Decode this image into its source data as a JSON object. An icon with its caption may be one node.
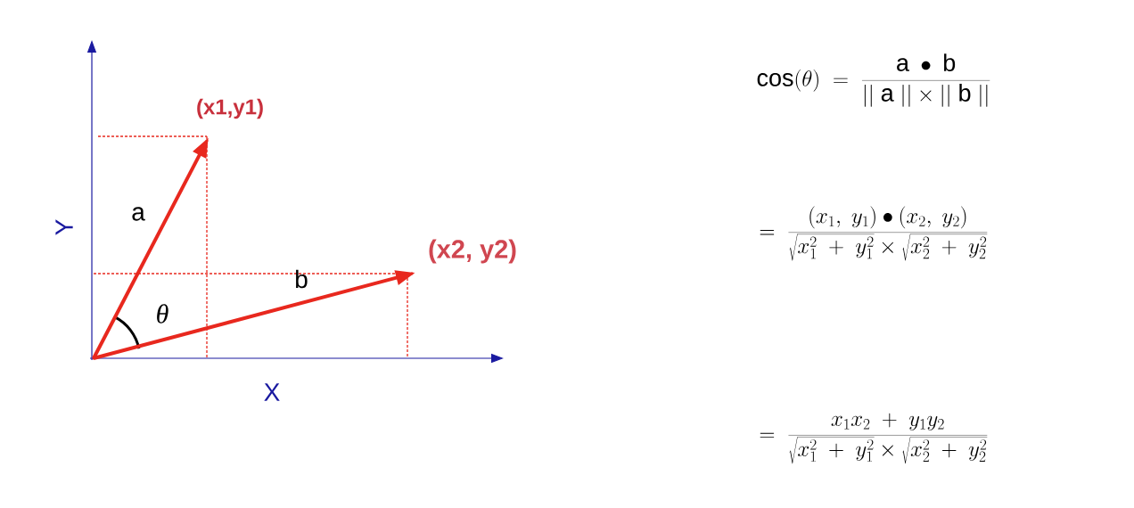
{
  "diagram": {
    "nodes": [
      {
        "text": [],
        "shape": "point"
      },
      {
        "text": [],
        "shape": "point",
        "beside": [
          "(x1,y1)"
        ]
      },
      {
        "text": [],
        "shape": "point",
        "beside": [
          "(x2, y2)"
        ]
      }
    ],
    "edges": [
      {
        "from": 0,
        "to": 1,
        "arrow": "to",
        "label": "a"
      },
      {
        "from": 0,
        "to": 2,
        "arrow": "to",
        "label": "b"
      }
    ],
    "labels": [
      "Y",
      "θ",
      "X",
      "\\cos(\\theta) \\;=\\; \\frac{\\mathrm{a} \\;\\bullet\\; \\mathrm{b}}{||\\;\\mathrm{a}\\;|| \\times ||\\;\\mathrm{b}\\;||}",
      "=\\; \\frac{(x_1,\\; y_1) \\bullet (x_2,\\; y_2)}{\\sqrt{x_1^2 \\;+\\; y_1^2} \\times \\sqrt{x_2^2 \\;+\\; y_2^2}}",
      "=\\; \\frac{x_1 x_2 \\;+\\; y_1 y_2}{\\sqrt{x_1^2 \\;+\\; y_1^2} \\times \\sqrt{x_2^2 \\;+\\; y_2^2}}"
    ]
  }
}
